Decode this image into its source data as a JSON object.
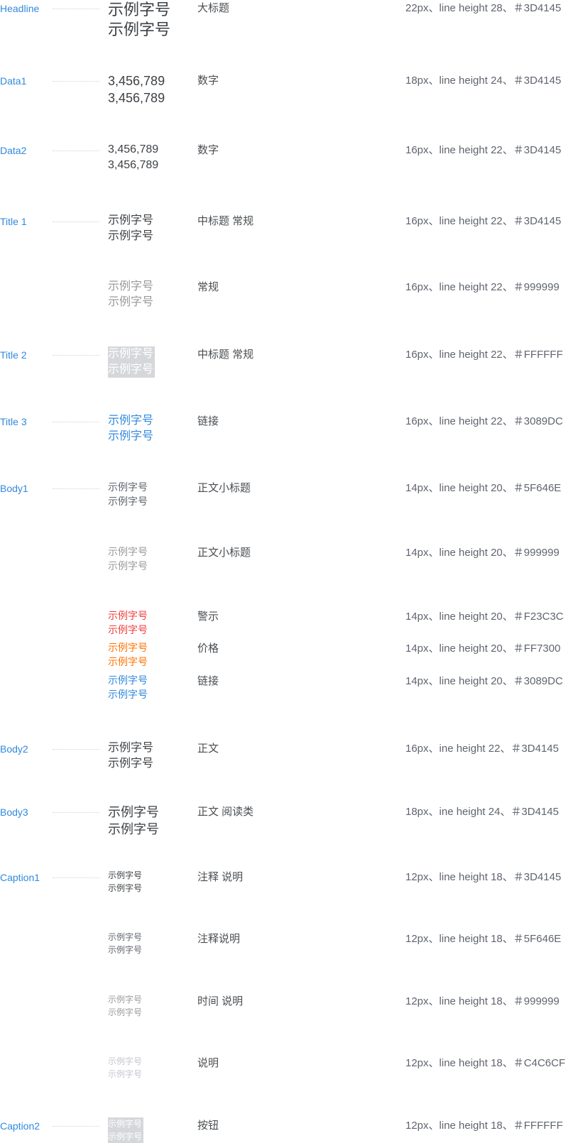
{
  "colors": {
    "label": "#3089DC",
    "leader": "#cfd2d6",
    "description": "#4a4e52",
    "spec": "#5F646E"
  },
  "rows": [
    {
      "label": "Headline",
      "sample_lines": [
        "示例字号",
        "示例字号"
      ],
      "desc": "大标题",
      "spec": "22px、line height 28、＃3D4145",
      "font_size": 22,
      "line_height": 28,
      "color": "#3D4145",
      "boxed": false
    },
    {
      "label": "Data1",
      "sample_lines": [
        "3,456,789",
        "3,456,789"
      ],
      "desc": "数字",
      "spec": "18px、line height 24、＃3D4145",
      "font_size": 18,
      "line_height": 24,
      "color": "#3D4145",
      "boxed": false
    },
    {
      "label": "Data2",
      "sample_lines": [
        "3,456,789",
        "3,456,789"
      ],
      "desc": "数字",
      "spec": "16px、line height 22、＃3D4145",
      "font_size": 16,
      "line_height": 22,
      "color": "#3D4145",
      "boxed": false
    },
    {
      "label": "Title 1",
      "sample_lines": [
        "示例字号",
        "示例字号"
      ],
      "desc": "中标题 常规",
      "spec": "16px、line height 22、＃3D4145",
      "font_size": 16,
      "line_height": 22,
      "color": "#3D4145",
      "boxed": false
    },
    {
      "label": "",
      "sample_lines": [
        "示例字号",
        "示例字号"
      ],
      "desc": "常规",
      "spec": "16px、line height 22、＃999999",
      "font_size": 16,
      "line_height": 22,
      "color": "#999999",
      "boxed": false
    },
    {
      "label": "Title 2",
      "sample_lines": [
        "示例字号",
        "示例字号"
      ],
      "desc": "中标题 常规",
      "spec": "16px、line height 22、＃FFFFFF",
      "font_size": 16,
      "line_height": 22,
      "color": "#FFFFFF",
      "boxed": true
    },
    {
      "label": "Title 3",
      "sample_lines": [
        "示例字号",
        "示例字号"
      ],
      "desc": "链接",
      "spec": "16px、line height 22、＃3089DC",
      "font_size": 16,
      "line_height": 22,
      "color": "#3089DC",
      "boxed": false
    },
    {
      "label": "Body1",
      "sample_lines": [
        "示例字号",
        "示例字号"
      ],
      "desc": "正文小标题",
      "spec": "14px、line height 20、＃5F646E",
      "font_size": 14,
      "line_height": 20,
      "color": "#5F646E",
      "boxed": false
    },
    {
      "label": "",
      "sample_lines": [
        "示例字号",
        "示例字号"
      ],
      "desc": "正文小标题",
      "spec": "14px、line height 20、＃999999",
      "font_size": 14,
      "line_height": 20,
      "color": "#999999",
      "boxed": false
    },
    {
      "label": "",
      "sample_lines": [
        "示例字号",
        "示例字号"
      ],
      "desc": "警示",
      "spec": "14px、line height 20、＃F23C3C",
      "font_size": 14,
      "line_height": 20,
      "color": "#F23C3C",
      "boxed": false
    },
    {
      "label": "",
      "sample_lines": [
        "示例字号",
        "示例字号"
      ],
      "desc": "价格",
      "spec": "14px、line height 20、＃FF7300",
      "font_size": 14,
      "line_height": 20,
      "color": "#FF7300",
      "boxed": false
    },
    {
      "label": "",
      "sample_lines": [
        "示例字号",
        "示例字号"
      ],
      "desc": "链接",
      "spec": "14px、line height 20、＃3089DC",
      "font_size": 14,
      "line_height": 20,
      "color": "#3089DC",
      "boxed": false
    },
    {
      "label": "Body2",
      "sample_lines": [
        "示例字号",
        "示例字号"
      ],
      "desc": "正文",
      "spec": "16px、ine height 22、＃3D4145",
      "font_size": 16,
      "line_height": 22,
      "color": "#3D4145",
      "boxed": false
    },
    {
      "label": "Body3",
      "sample_lines": [
        "示例字号",
        "示例字号"
      ],
      "desc": "正文 阅读类",
      "spec": "18px、ine height 24、＃3D4145",
      "font_size": 18,
      "line_height": 24,
      "color": "#3D4145",
      "boxed": false
    },
    {
      "label": "Caption1",
      "sample_lines": [
        "示例字号",
        "示例字号"
      ],
      "desc": "注释 说明",
      "spec": "12px、line height 18、＃3D4145",
      "font_size": 12,
      "line_height": 18,
      "color": "#3D4145",
      "boxed": false
    },
    {
      "label": "",
      "sample_lines": [
        "示例字号",
        "示例字号"
      ],
      "desc": "注释说明",
      "spec": "12px、line height 18、＃5F646E",
      "font_size": 12,
      "line_height": 18,
      "color": "#5F646E",
      "boxed": false
    },
    {
      "label": "",
      "sample_lines": [
        "示例字号",
        "示例字号"
      ],
      "desc": "时间 说明",
      "spec": "12px、line height 18、＃999999",
      "font_size": 12,
      "line_height": 18,
      "color": "#999999",
      "boxed": false
    },
    {
      "label": "",
      "sample_lines": [
        "示例字号",
        "示例字号"
      ],
      "desc": "说明",
      "spec": "12px、line height 18、＃C4C6CF",
      "font_size": 12,
      "line_height": 18,
      "color": "#C4C6CF",
      "boxed": false
    },
    {
      "label": "Caption2",
      "sample_lines": [
        "示例字号",
        "示例字号"
      ],
      "desc": "按钮",
      "spec": "12px、line height 18、＃FFFFFF",
      "font_size": 12,
      "line_height": 18,
      "color": "#FFFFFF",
      "boxed": true
    }
  ]
}
